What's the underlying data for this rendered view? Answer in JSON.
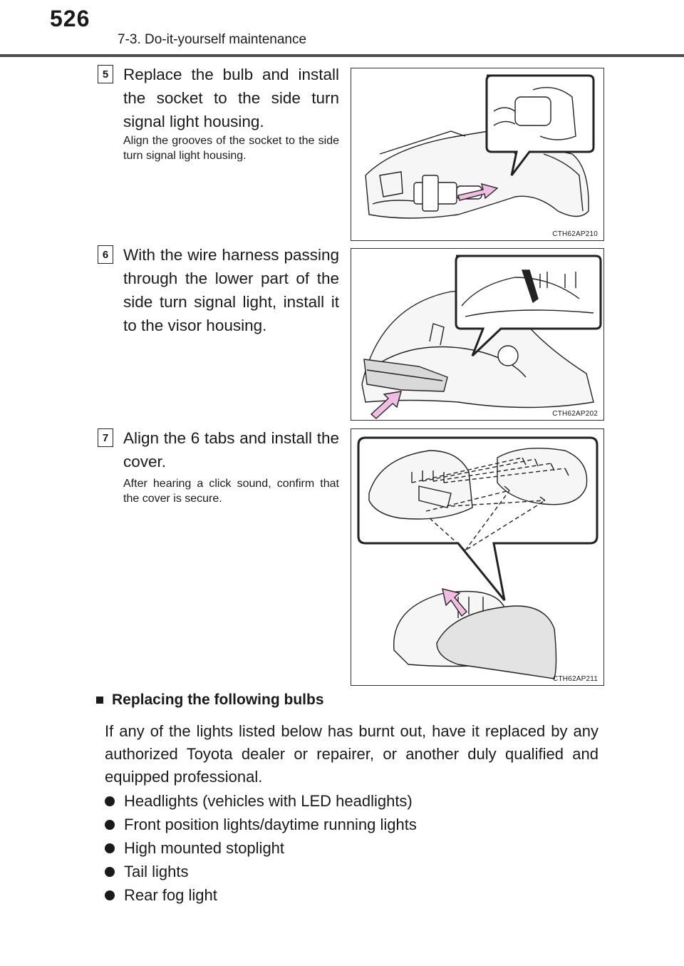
{
  "header": {
    "page_number": "526",
    "section_title": "7-3. Do-it-yourself maintenance"
  },
  "steps": [
    {
      "number": "5",
      "text": "Replace the bulb and install the socket to the side turn signal light housing.",
      "note": "Align the grooves of the socket to the side turn signal light housing.",
      "figure_code": "CTH62AP210"
    },
    {
      "number": "6",
      "text": "With the wire harness passing through the lower part of the side turn signal light, install it to the visor housing.",
      "note": "",
      "figure_code": "CTH62AP202"
    },
    {
      "number": "7",
      "text": "Align the 6 tabs and install the cover.",
      "note": "After hearing a click sound, confirm that the cover is secure.",
      "figure_code": "CTH62AP211"
    }
  ],
  "replacing": {
    "heading": "Replacing the following bulbs",
    "paragraph": "If any of the lights listed below has burnt out, have it replaced by any authorized Toyota dealer or repairer, or another duly qualified and equipped professional.",
    "items": [
      "Headlights (vehicles with LED headlights)",
      "Front position lights/daytime running lights",
      "High mounted stoplight",
      "Tail lights",
      "Rear fog light"
    ]
  },
  "colors": {
    "arrow": "#f2bde3",
    "arrow_outline": "#222222",
    "cover_fill": "#e3e3e3"
  }
}
